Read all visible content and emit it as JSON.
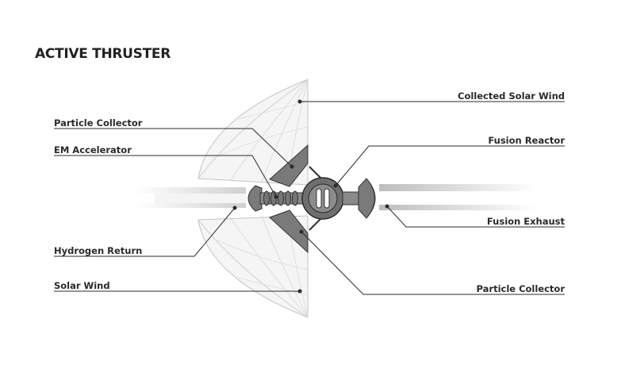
{
  "title": "ACTIVE THRUSTER",
  "labels": {
    "particle_collector_top": "Particle Collector",
    "em_accelerator": "EM Accelerator",
    "hydrogen_return": "Hydrogen Return",
    "solar_wind": "Solar Wind",
    "collected_solar_wind": "Collected Solar Wind",
    "fusion_reactor": "Fusion Reactor",
    "fusion_exhaust": "Fusion Exhaust",
    "particle_collector_bottom": "Particle Collector"
  },
  "colors": {
    "line": "#2b2b2b",
    "dish_fill": "#f4f4f4",
    "dish_stroke": "#c8c8c8",
    "component_fill": "#777777",
    "component_stroke": "#333333",
    "exhaust": "#d9d9d9"
  }
}
